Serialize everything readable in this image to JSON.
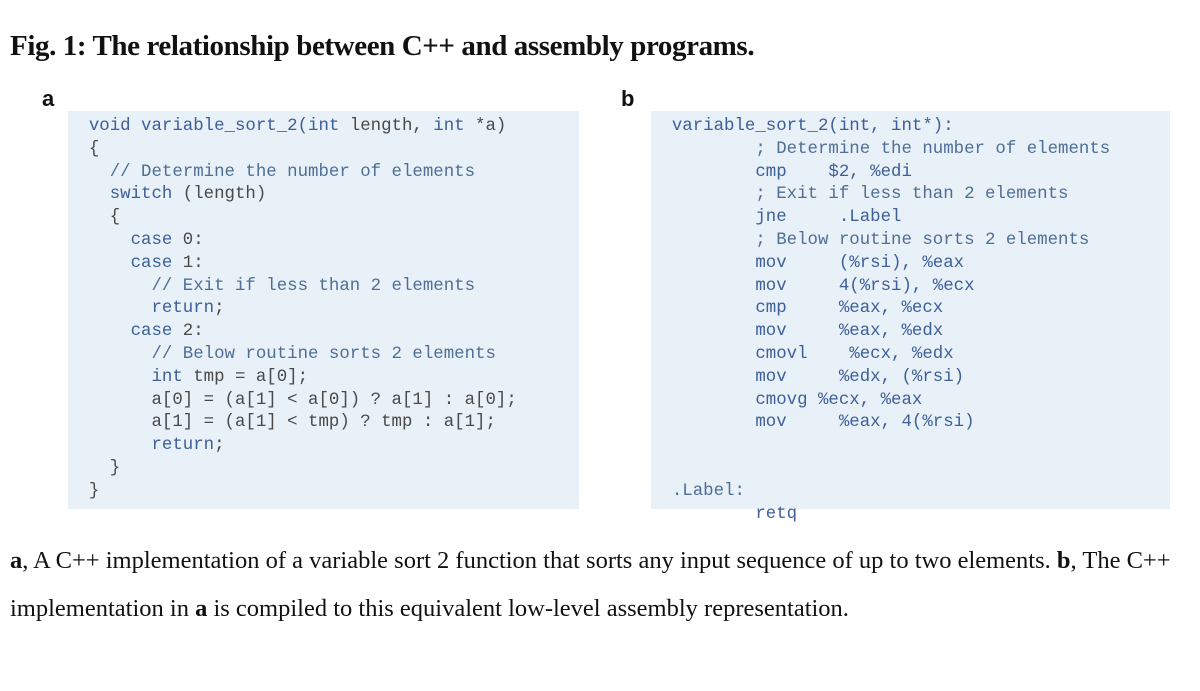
{
  "figure": {
    "title": "Fig. 1: The relationship between C++ and assembly programs."
  },
  "panel_a": {
    "letter": "a",
    "lines": [
      {
        "indent": "  ",
        "segments": [
          {
            "t": "kw",
            "v": "void variable_sort_2(int"
          },
          {
            "t": "plain",
            "v": " length, "
          },
          {
            "t": "kw",
            "v": "int"
          },
          {
            "t": "plain",
            "v": " *a)"
          }
        ]
      },
      {
        "indent": "  ",
        "segments": [
          {
            "t": "plain",
            "v": "{"
          }
        ]
      },
      {
        "indent": "    ",
        "segments": [
          {
            "t": "cm",
            "v": "// Determine the number of elements"
          }
        ]
      },
      {
        "indent": "    ",
        "segments": [
          {
            "t": "kw",
            "v": "switch"
          },
          {
            "t": "plain",
            "v": " (length)"
          }
        ]
      },
      {
        "indent": "    ",
        "segments": [
          {
            "t": "plain",
            "v": "{"
          }
        ]
      },
      {
        "indent": "      ",
        "segments": [
          {
            "t": "kw",
            "v": "case"
          },
          {
            "t": "plain",
            "v": " 0:"
          }
        ]
      },
      {
        "indent": "      ",
        "segments": [
          {
            "t": "kw",
            "v": "case"
          },
          {
            "t": "plain",
            "v": " 1:"
          }
        ]
      },
      {
        "indent": "        ",
        "segments": [
          {
            "t": "cm",
            "v": "// Exit if less than 2 elements"
          }
        ]
      },
      {
        "indent": "        ",
        "segments": [
          {
            "t": "kw",
            "v": "return"
          },
          {
            "t": "plain",
            "v": ";"
          }
        ]
      },
      {
        "indent": "      ",
        "segments": [
          {
            "t": "kw",
            "v": "case"
          },
          {
            "t": "plain",
            "v": " 2:"
          }
        ]
      },
      {
        "indent": "        ",
        "segments": [
          {
            "t": "cm",
            "v": "// Below routine sorts 2 elements"
          }
        ]
      },
      {
        "indent": "        ",
        "segments": [
          {
            "t": "kw",
            "v": "int"
          },
          {
            "t": "plain",
            "v": " tmp = a[0];"
          }
        ]
      },
      {
        "indent": "        ",
        "segments": [
          {
            "t": "plain",
            "v": "a[0] = (a[1] < a[0]) ? a[1] : a[0];"
          }
        ]
      },
      {
        "indent": "        ",
        "segments": [
          {
            "t": "plain",
            "v": "a[1] = (a[1] < tmp) ? tmp : a[1];"
          }
        ]
      },
      {
        "indent": "        ",
        "segments": [
          {
            "t": "kw",
            "v": "return"
          },
          {
            "t": "plain",
            "v": ";"
          }
        ]
      },
      {
        "indent": "    ",
        "segments": [
          {
            "t": "plain",
            "v": "}"
          }
        ]
      },
      {
        "indent": "  ",
        "segments": [
          {
            "t": "plain",
            "v": "}"
          }
        ]
      }
    ]
  },
  "panel_b": {
    "letter": "b",
    "lines": [
      {
        "indent": "  ",
        "segments": [
          {
            "t": "kw",
            "v": "variable_sort_2(int, int*):"
          }
        ]
      },
      {
        "indent": "          ",
        "segments": [
          {
            "t": "cm",
            "v": "; Determine the number of elements"
          }
        ]
      },
      {
        "indent": "          ",
        "segments": [
          {
            "t": "kw",
            "v": "cmp    $2, %edi"
          }
        ]
      },
      {
        "indent": "          ",
        "segments": [
          {
            "t": "cm",
            "v": "; Exit if less than 2 elements"
          }
        ]
      },
      {
        "indent": "          ",
        "segments": [
          {
            "t": "kw",
            "v": "jne     .Label"
          }
        ]
      },
      {
        "indent": "          ",
        "segments": [
          {
            "t": "cm",
            "v": "; Below routine sorts 2 elements"
          }
        ]
      },
      {
        "indent": "          ",
        "segments": [
          {
            "t": "kw",
            "v": "mov     (%rsi), %eax"
          }
        ]
      },
      {
        "indent": "          ",
        "segments": [
          {
            "t": "kw",
            "v": "mov     4(%rsi), %ecx"
          }
        ]
      },
      {
        "indent": "          ",
        "segments": [
          {
            "t": "kw",
            "v": "cmp     %eax, %ecx"
          }
        ]
      },
      {
        "indent": "          ",
        "segments": [
          {
            "t": "kw",
            "v": "mov     %eax, %edx"
          }
        ]
      },
      {
        "indent": "          ",
        "segments": [
          {
            "t": "kw",
            "v": "cmovl    %ecx, %edx"
          }
        ]
      },
      {
        "indent": "          ",
        "segments": [
          {
            "t": "kw",
            "v": "mov     %edx, (%rsi)"
          }
        ]
      },
      {
        "indent": "          ",
        "segments": [
          {
            "t": "kw",
            "v": "cmovg %ecx, %eax"
          }
        ]
      },
      {
        "indent": "          ",
        "segments": [
          {
            "t": "kw",
            "v": "mov     %eax, 4(%rsi)"
          }
        ]
      },
      {
        "indent": "",
        "segments": [
          {
            "t": "plain",
            "v": ""
          }
        ]
      },
      {
        "indent": "",
        "segments": [
          {
            "t": "plain",
            "v": ""
          }
        ]
      },
      {
        "indent": "  ",
        "segments": [
          {
            "t": "cm",
            "v": ".Label:"
          }
        ]
      },
      {
        "indent": "          ",
        "segments": [
          {
            "t": "kw",
            "v": "retq"
          }
        ]
      }
    ]
  },
  "caption": {
    "a_letter": "a",
    "text1": ", A C++ implementation of a variable sort 2 function that sorts any input sequence of up to two elements. ",
    "b_letter": "b",
    "text2": ", The C++ implementation in ",
    "a_ref": "a",
    "text3": " is compiled to this equivalent low-level assembly representation."
  }
}
